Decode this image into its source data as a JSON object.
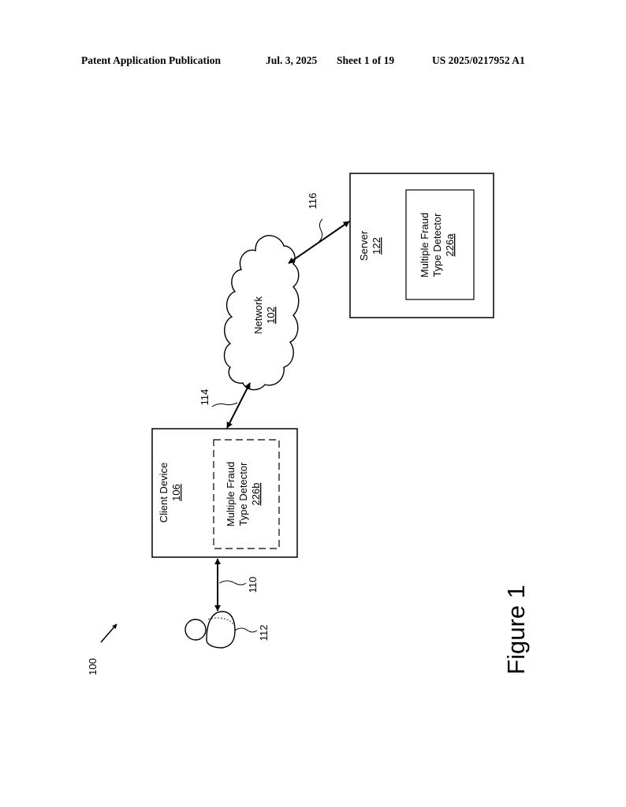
{
  "header": {
    "publication": "Patent Application Publication",
    "date": "Jul. 3, 2025",
    "sheet": "Sheet 1 of 19",
    "number": "US 2025/0217952 A1"
  },
  "figure": {
    "caption": "Figure 1",
    "system_ref": "100",
    "client_device": {
      "title": "Client Device",
      "ref": "106",
      "detector": {
        "line1": "Multiple Fraud",
        "line2": "Type Detector",
        "ref": "226b"
      }
    },
    "server": {
      "title": "Server",
      "ref": "122",
      "detector": {
        "line1": "Multiple Fraud",
        "line2": "Type Detector",
        "ref": "226a"
      }
    },
    "network": {
      "title": "Network",
      "ref": "102"
    },
    "user_ref": "112",
    "link_user_client": "110",
    "link_client_network": "114",
    "link_network_server": "116"
  }
}
